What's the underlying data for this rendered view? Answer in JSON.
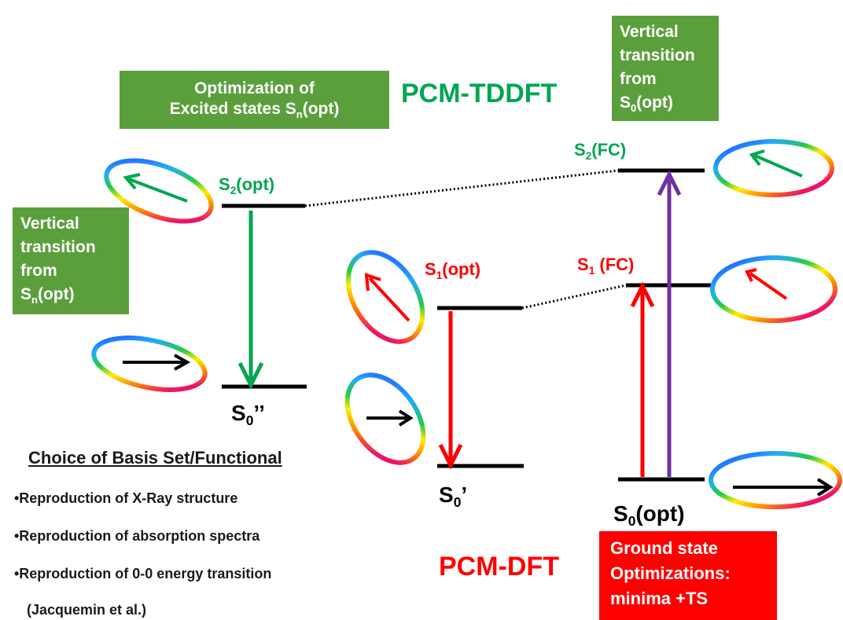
{
  "colors": {
    "green": "#00a651",
    "red": "#ff0000",
    "purple": "#7030a0",
    "box_green": "#5b9f3d",
    "black": "#000000"
  },
  "titles": {
    "tddft": "PCM-TDDFT",
    "dft": "PCM-DFT"
  },
  "boxes": {
    "opt_excited": {
      "line1": "Optimization of",
      "line2_pre": "Excited states S",
      "line2_sub": "n",
      "line2_post": "(opt)"
    },
    "vert_s0": {
      "line1": "Vertical",
      "line2": "transition",
      "line3": "from",
      "line4_pre": "S",
      "line4_sub": "0",
      "line4_post": "(opt)"
    },
    "vert_sn": {
      "line1": "Vertical",
      "line2": "transition",
      "line3": "from",
      "line4_pre": "S",
      "line4_sub": "n",
      "line4_post": "(opt)"
    },
    "ground": {
      "line1": "Ground state",
      "line2": "Optimizations:",
      "line3": "minima +TS"
    }
  },
  "states": {
    "s2_opt": {
      "pre": "S",
      "sub": "2",
      "post": "(opt)"
    },
    "s1_opt": {
      "pre": "S",
      "sub": "1",
      "post": "(opt)"
    },
    "s2_fc": {
      "pre": "S",
      "sub": "2",
      "post": "(FC)"
    },
    "s1_fc": {
      "pre": "S",
      "sub": "1",
      "post": " (FC)"
    },
    "s0_dbl": {
      "pre": "S",
      "sub": "0",
      "post": "’’"
    },
    "s0_prime": {
      "pre": "S",
      "sub": "0",
      "post": "’"
    },
    "s0_opt": {
      "pre": "S",
      "sub": "0",
      "post": "(opt)"
    }
  },
  "choice": {
    "heading": "Choice of Basis Set/Functional",
    "items": [
      "•Reproduction of X-Ray structure",
      "•Reproduction of absorption spectra",
      "•Reproduction of 0-0 energy transition",
      "(Jacquemin et al.)"
    ]
  }
}
